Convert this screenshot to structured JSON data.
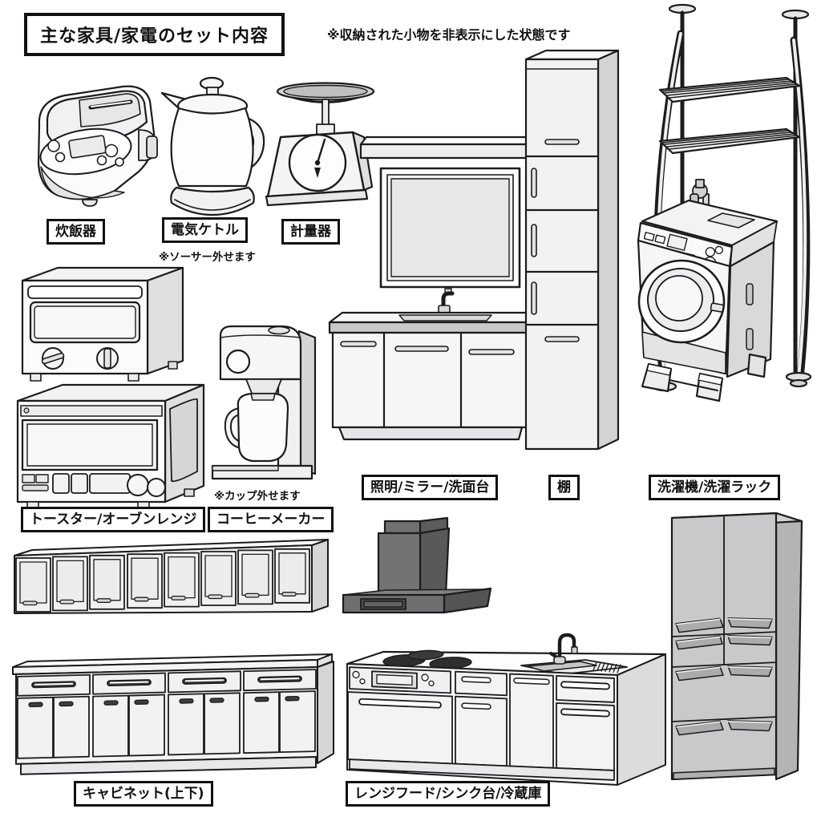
{
  "page": {
    "title": "主な家具/家電のセット内容",
    "note": "※収納された小物を非表示にした状態です"
  },
  "items": [
    {
      "id": "rice-cooker",
      "label": "炊飯器"
    },
    {
      "id": "electric-kettle",
      "label": "電気ケトル",
      "note": "※ソーサー外せます"
    },
    {
      "id": "kitchen-scale",
      "label": "計量器"
    },
    {
      "id": "toaster-oven",
      "label": "トースター/オーブンレンジ"
    },
    {
      "id": "coffee-maker",
      "label": "コーヒーメーカー",
      "note": "※カップ外せます"
    },
    {
      "id": "washstand",
      "label": "照明/ミラー/洗面台"
    },
    {
      "id": "shelf",
      "label": "棚"
    },
    {
      "id": "washer-rack",
      "label": "洗濯機/洗濯ラック"
    },
    {
      "id": "cabinet",
      "label": "キャビネット(上下)"
    },
    {
      "id": "kitchen-unit",
      "label": "レンジフード/シンク台/冷蔵庫"
    }
  ],
  "colors": {
    "ink": "#1c1c1c",
    "paper": "#ffffff",
    "range_hood_gray": "#6e6e70",
    "refrigerator_gray": "#c9c9cb"
  }
}
